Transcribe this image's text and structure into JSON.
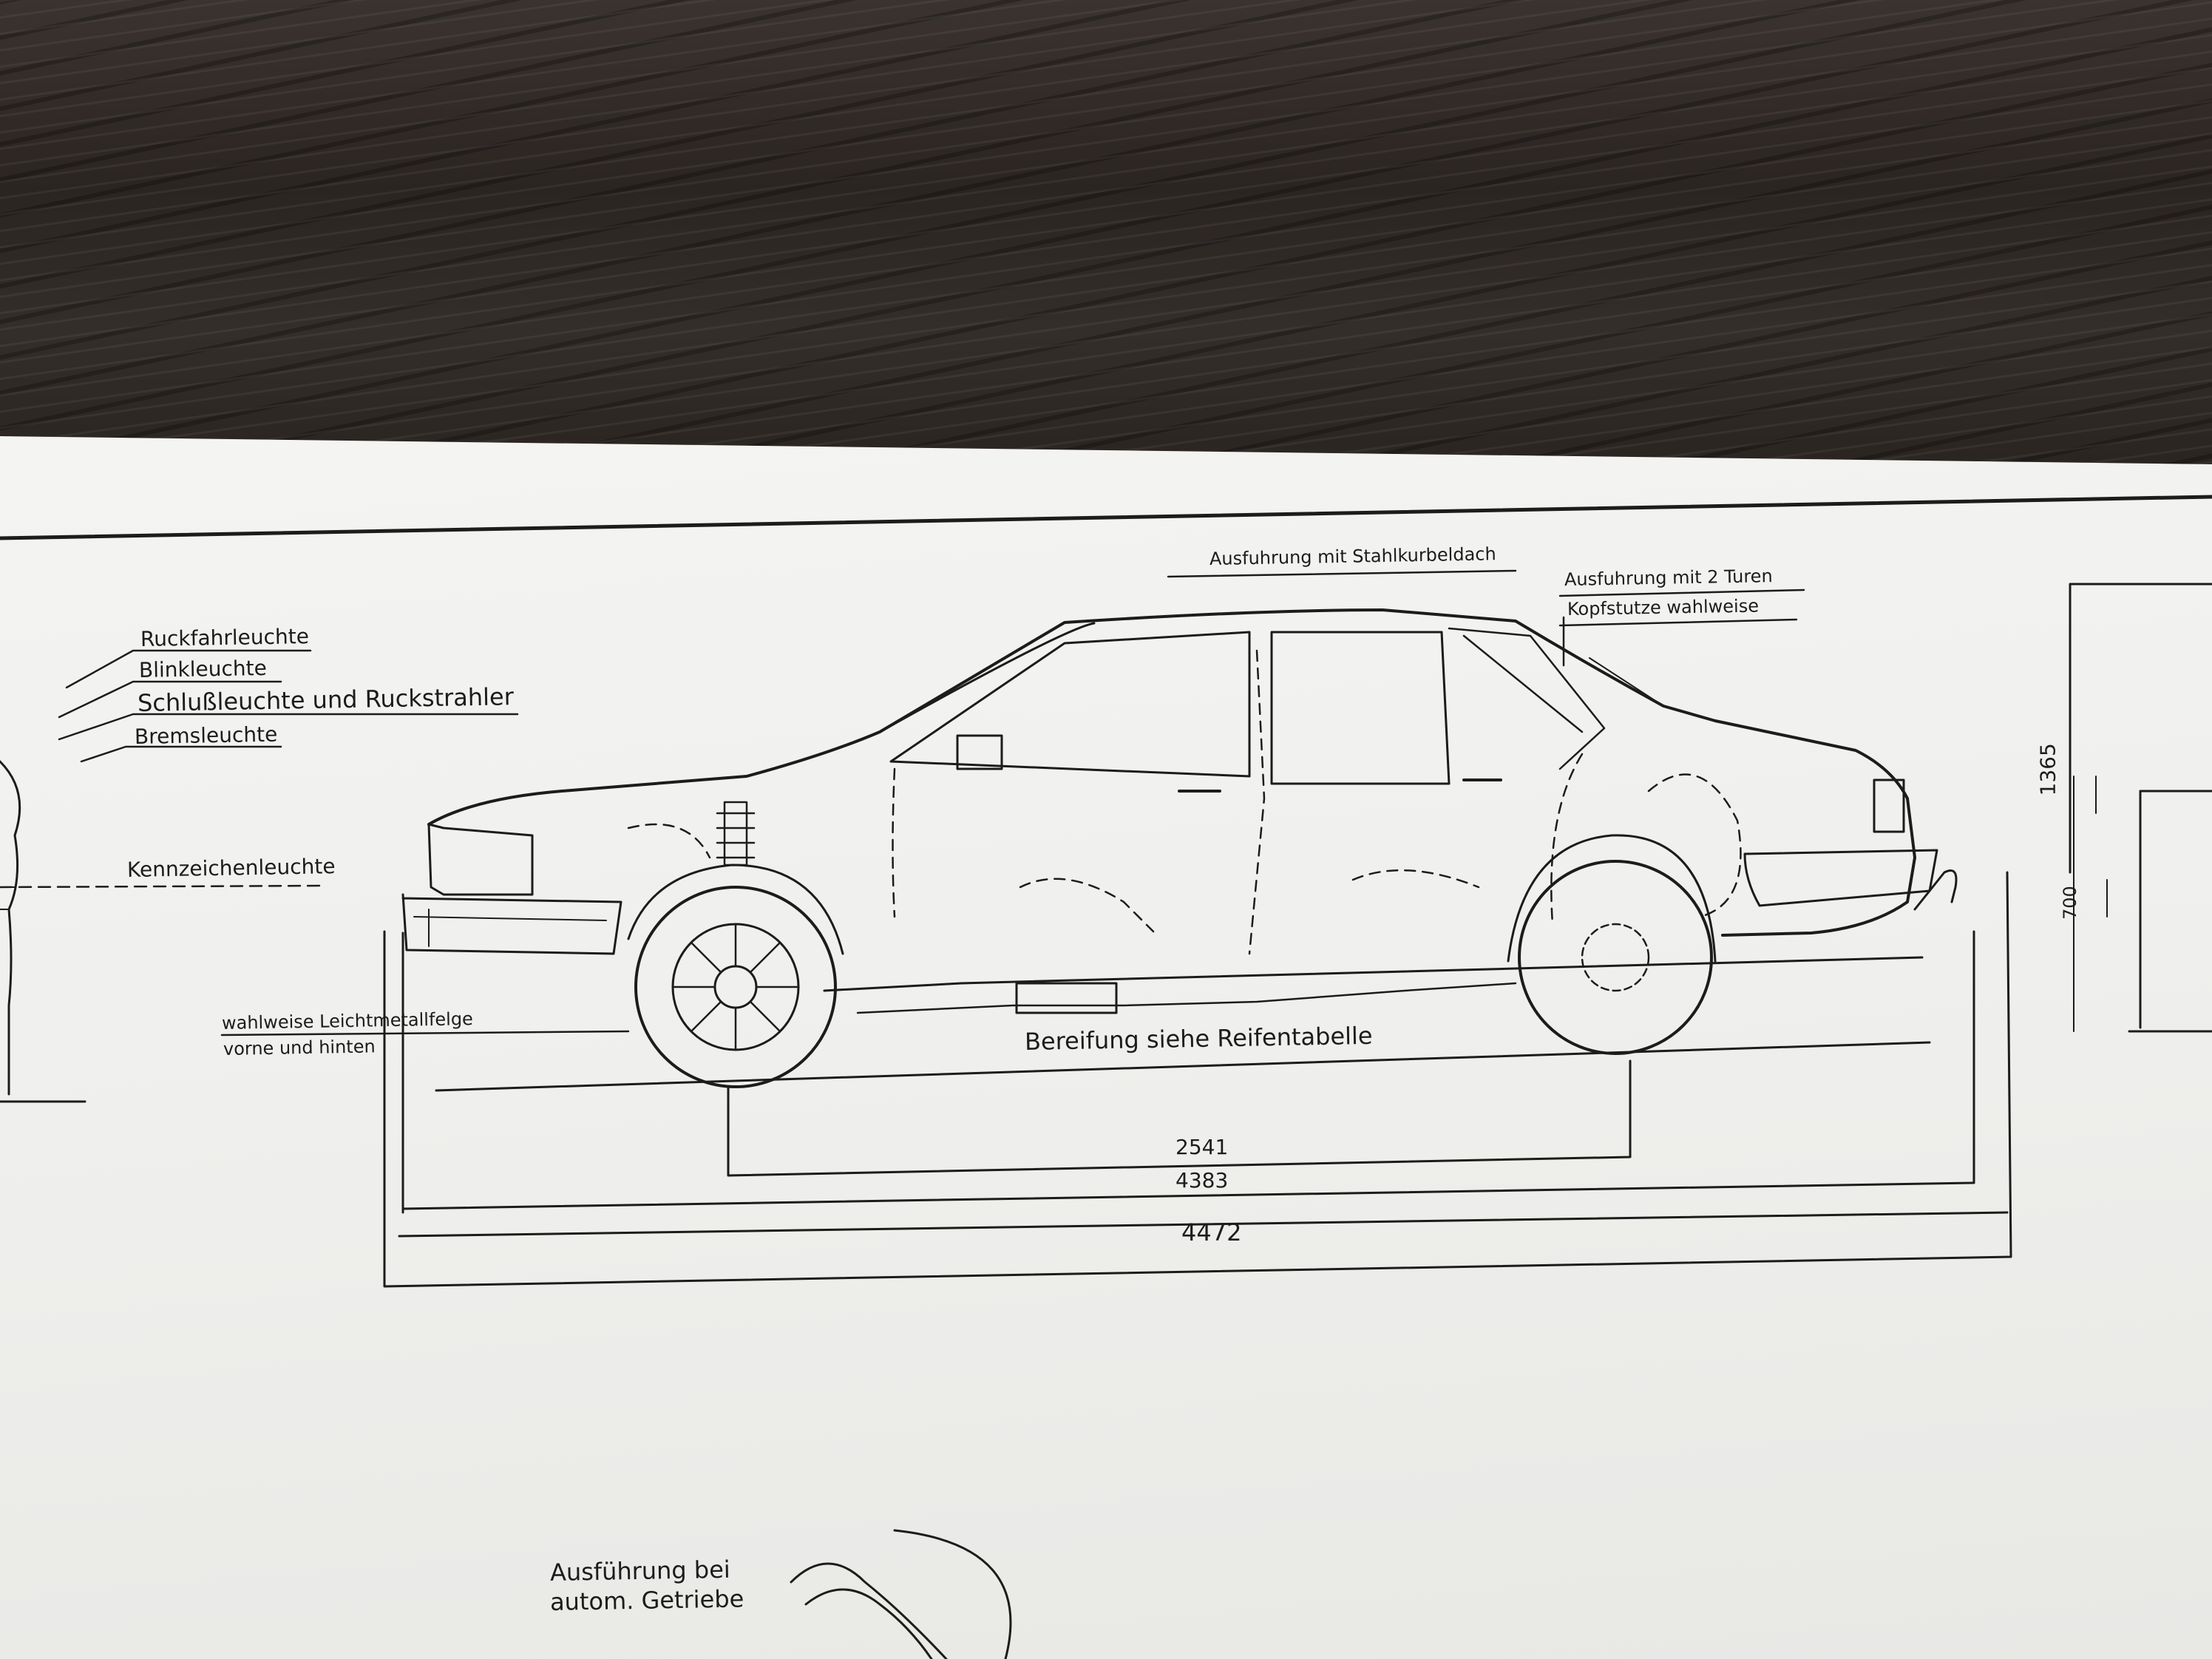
{
  "labels": {
    "rueckfahrleuchte": "Ruckfahrleuchte",
    "blinkleuchte": "Blinkleuchte",
    "schlussleuchte": "Schlußleuchte und Ruckstrahler",
    "bremsleuchte": "Bremsleuchte",
    "kennzeichenleuchte": "Kennzeichenleuchte",
    "stahlkurbeldach": "Ausfuhrung mit Stahlkurbeldach",
    "zwei_tueren": "Ausfuhrung mit 2 Turen",
    "kopfstuetze": "Kopfstutze wahlweise",
    "leichtmetallfelge_1": "wahlweise Leichtmetallfelge",
    "leichtmetallfelge_2": "vorne und hinten",
    "bereifung": "Bereifung siehe Reifentabelle",
    "autom_1": "Ausführung bei",
    "autom_2": "autom. Getriebe"
  },
  "dimensions": {
    "wheelbase": "2541",
    "overall_bumpers": "4383",
    "overall_length": "4472",
    "height": "1365",
    "rear_height": "700"
  },
  "colors": {
    "ink": "#1c1c1c",
    "paper": "#f1f1ef",
    "wood": "#2e2825"
  }
}
